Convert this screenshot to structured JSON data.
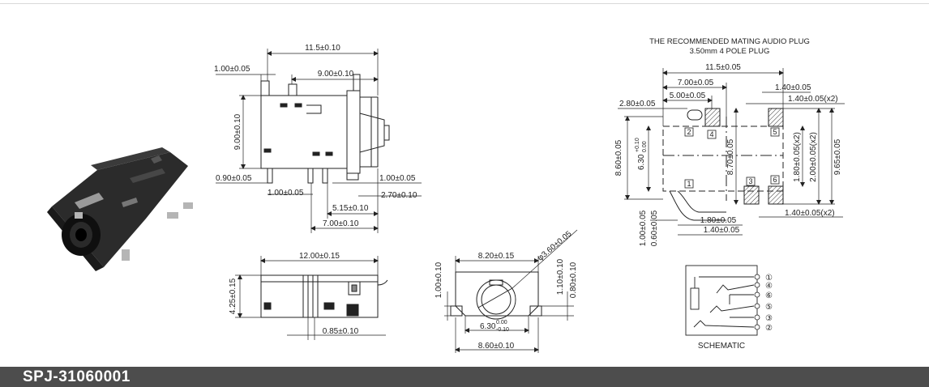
{
  "part_number": "SPJ-31060001",
  "mating_plug": {
    "heading_line1": "THE RECOMMENDED MATING AUDIO PLUG",
    "heading_line2": "3.50mm 4 POLE PLUG"
  },
  "schematic_label": "SCHEMATIC",
  "top_view": {
    "width_overall": "11.5±0.10",
    "offset_left": "1.00±0.05",
    "inner_length": "9.00±0.10",
    "height": "9.00±0.10",
    "pin_offset": "0.90±0.05",
    "pin_spacing_a": "1.00±0.05",
    "pin_width": "1.00±0.05",
    "pin_spacing_b": "2.70±0.10",
    "pin_spacing_c": "5.15±0.10",
    "pin_spacing_d": "7.00±0.10"
  },
  "side_view": {
    "length": "12.00±0.15",
    "height": "4.25±0.15",
    "pin_width": "0.85±0.10"
  },
  "front_view": {
    "top_width": "8.20±0.15",
    "diameter": "3.60±0.05",
    "diameter_symbol": "φ",
    "left_height": "1.00±0.10",
    "right_height_a": "1.10±0.10",
    "right_height_b": "0.80±0.10",
    "opening_width_base": "6.30",
    "opening_width_upper": "0.00",
    "opening_width_lower": "-0.10",
    "bottom_width": "8.60±0.10"
  },
  "footprint": {
    "overall": "11.5±0.05",
    "pad_span_a": "7.00±0.05",
    "pad_span_b": "5.00±0.05",
    "slot_offset": "2.80±0.05",
    "pad_size_top": "1.40±0.05",
    "pad_size_x2_top": "1.40±0.05(x2)",
    "height_overall": "8.60±0.05",
    "inner_height_base": "6.30",
    "inner_height_upper": "+0.10",
    "inner_height_lower": "0.00",
    "center_height": "8.70±0.05",
    "pad_height_x2": "1.80±0.05(x2)",
    "pad_pitch_x2": "2.00±0.05(x2)",
    "right_height": "9.65±0.05",
    "pad_size_x2_bottom": "1.40±0.05(x2)",
    "pad_1_width": "1.80±0.05",
    "pad_1_space": "1.40±0.05",
    "bottom_left_a": "1.00±0.05",
    "bottom_left_b": "0.60±0.05",
    "pad_numbers": [
      "1",
      "2",
      "3",
      "4",
      "5",
      "6"
    ]
  },
  "schematic": {
    "pins": [
      "①",
      "④",
      "⑥",
      "⑤",
      "③",
      "②"
    ]
  }
}
